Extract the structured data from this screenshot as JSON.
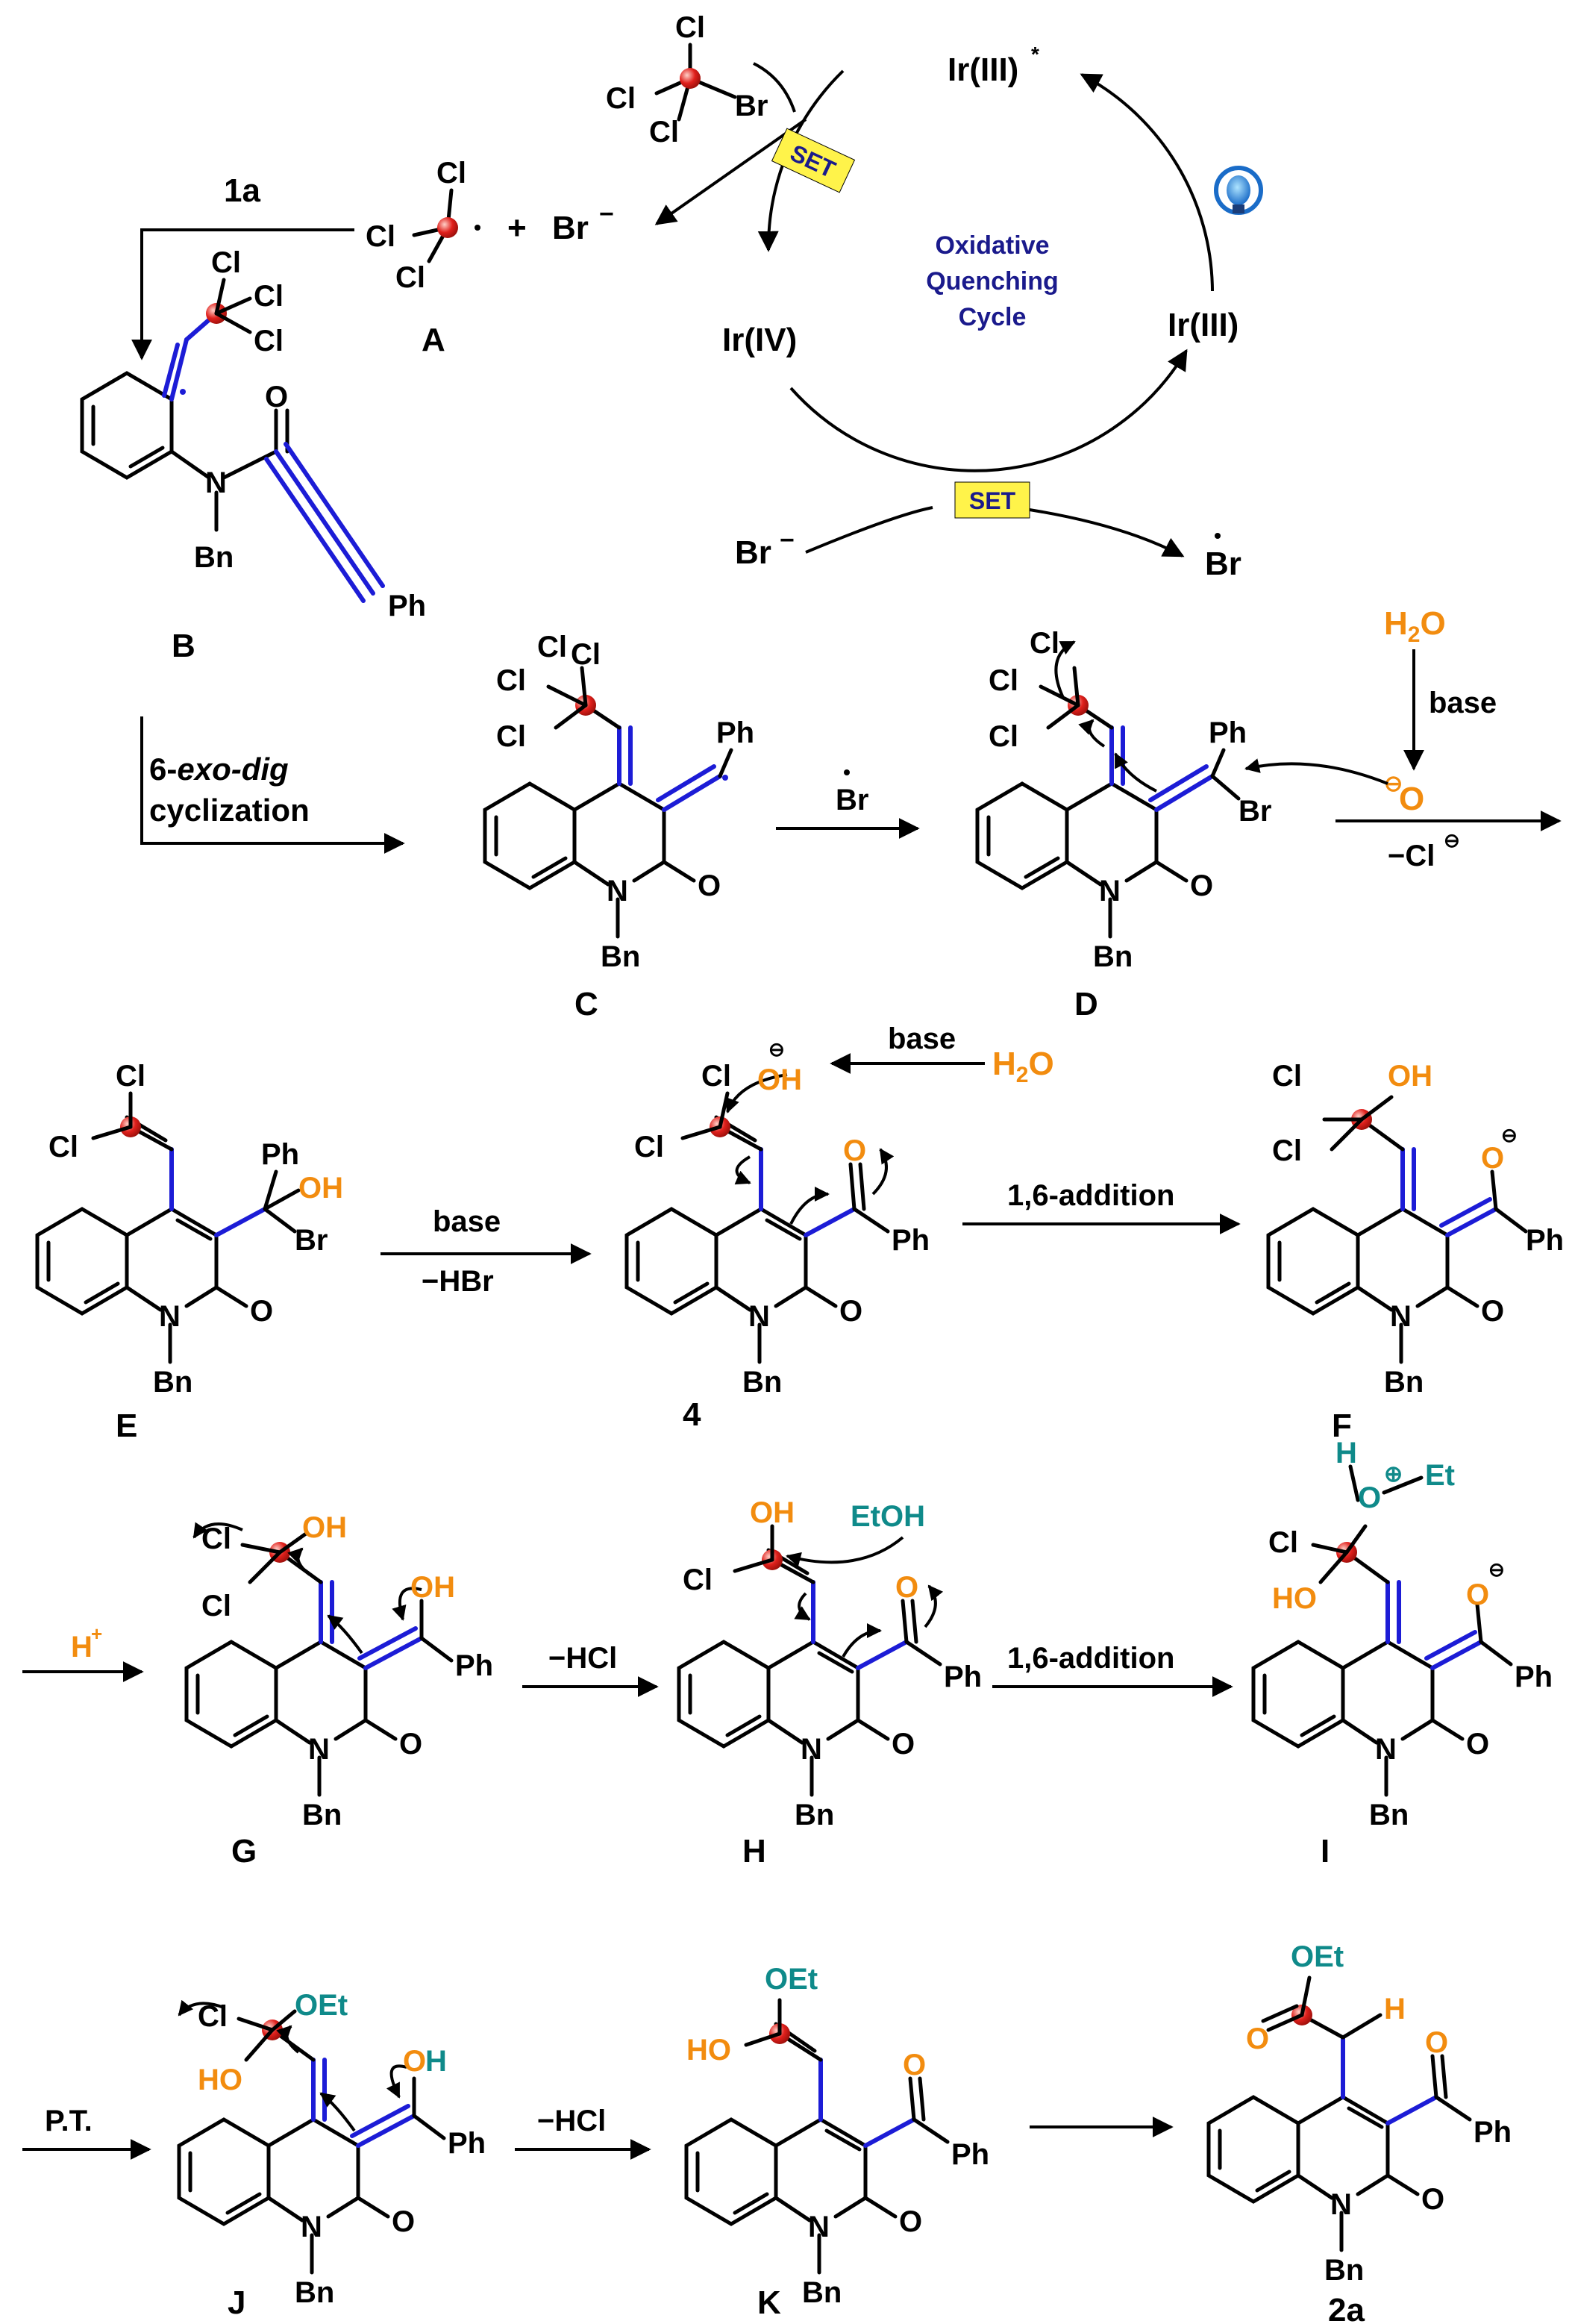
{
  "catalytic_cycle": {
    "title_line1": "Oxidative",
    "title_line2": "Quenching",
    "title_line3": "Cycle",
    "ir3_star": "Ir(III)",
    "ir3_star_sup": "*",
    "ir3": "Ir(III)",
    "ir4": "Ir(IV)",
    "set_label": "SET",
    "br_minus": "Br",
    "br_radical": "Br",
    "reagent_cl": "Cl",
    "reagent_br": "Br"
  },
  "step_labels": {
    "reagent_1a": "1a",
    "plus": "+",
    "br_minus": "Br",
    "cyclization_line1": "6-",
    "cyclization_exo_dig": "exo-dig",
    "cyclization_line2": "cyclization",
    "br_radical": "Br",
    "water": "H",
    "water_2": "2",
    "water_o": "O",
    "base": "base",
    "minus_cl": "−Cl",
    "minus_hbr": "−HBr",
    "addition": "1,6-addition",
    "h_plus": "H",
    "minus_hcl": "−HCl",
    "ethanol": "EtOH",
    "pt": "P.T."
  },
  "compound_labels": {
    "A": "A",
    "B": "B",
    "C": "C",
    "D": "D",
    "E": "E",
    "four": "4",
    "F": "F",
    "G": "G",
    "H": "H",
    "I": "I",
    "J": "J",
    "K": "K",
    "product": "2a"
  },
  "atoms": {
    "cl": "Cl",
    "br": "Br",
    "ph": "Ph",
    "bn": "Bn",
    "n": "N",
    "o": "O",
    "oh": "OH",
    "ho": "HO",
    "oet": "OEt",
    "h": "H",
    "et": "Et"
  },
  "colors": {
    "orange": "#f28c0f",
    "teal": "#0f8a8a",
    "blue": "#1c1cd6",
    "navy": "#1a1a8c",
    "set_fill": "#fff34a",
    "radical_red": "#e0201c"
  }
}
